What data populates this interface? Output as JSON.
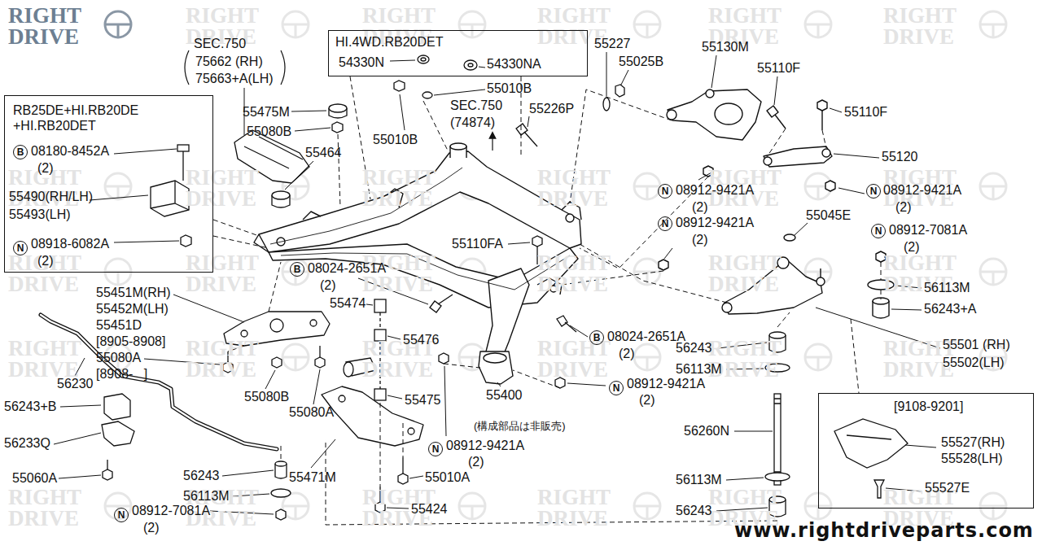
{
  "diagram": {
    "nodes": [
      {
        "text": [
          "HI.4WD.RB20DET",
          "54330N",
          "54330NA"
        ]
      },
      {
        "text": [
          "RB25DE+HI.RB20DE +HI.RB20DET",
          "B",
          "08180-8452A",
          "(2)",
          "55490(RH/LH)",
          "55493(LH)",
          "N",
          "08918-6082A",
          "(2)"
        ]
      },
      {
        "text": [
          "[9108-9201]",
          "55527(RH)",
          "55528(LH)",
          "55527E"
        ]
      }
    ],
    "labels": [
      "SEC.750",
      "75662 (RH)",
      "75663+A(LH)",
      "55227",
      "55025B",
      "55130M",
      "55110F",
      "55110F",
      "55010B",
      "SEC.750",
      "(74874)",
      "55226P",
      "55475M",
      "55080B",
      "55010B",
      "55464",
      "55120",
      "N",
      "08912-9421A",
      "(2)",
      "N",
      "08912-9421A",
      "(2)",
      "N",
      "08912-9421A",
      "(2)",
      "55045E",
      "N",
      "08912-7081A",
      "(2)",
      "55110FA",
      "B",
      "08024-2651A",
      "(2)",
      "56113M",
      "56243+A",
      "55451M(RH)",
      "55452M(LH)",
      "55451D",
      "[8905-8908]",
      "55080A",
      "[8908-   ]",
      "55474",
      "55476",
      "B",
      "08024-2651A",
      "(2)",
      "55501 (RH)",
      "55502(LH)",
      "56243",
      "56113M",
      "56230",
      "N",
      "08912-9421A",
      "(2)",
      "55080B",
      "55475",
      "55400",
      "55080A",
      "56243+B",
      "(構成部品は非販売)",
      "56260N",
      "56233Q",
      "N",
      "08912-9421A",
      "(2)",
      "56243",
      "55471M",
      "55010A",
      "55060A",
      "56113M",
      "56113M",
      "55424",
      "N",
      "08912-7081A",
      "(2)",
      "56243",
      "www.rightdriveparts.com",
      "RIGHT DRIVE",
      "RIGHT DRIVE",
      "RIGHT DRIVE",
      "RIGHT DRIVE",
      "RIGHT DRIVE",
      "RIGHT DRIVE",
      "RIGHT DRIVE",
      "RIGHT DRIVE",
      "RIGHT DRIVE",
      "RIGHT DRIVE",
      "RIGHT DRIVE",
      "RIGHT DRIVE",
      "RIGHT DRIVE",
      "RIGHT DRIVE",
      "RIGHT DRIVE",
      "RIGHT DRIVE",
      "RIGHT DRIVE",
      "RIGHT DRIVE",
      "RIGHT DRIVE",
      "RIGHT DRIVE",
      "RIGHT DRIVE",
      "RIGHT DRIVE",
      "RIGHT DRIVE",
      "RIGHT DRIVE",
      "RIGHT DRIVE",
      "RIGHT DRIVE",
      "RIGHT DRIVE",
      "RIGHT DRIVE",
      "RIGHT DRIVE",
      "RIGHT DRIVE"
    ]
  }
}
